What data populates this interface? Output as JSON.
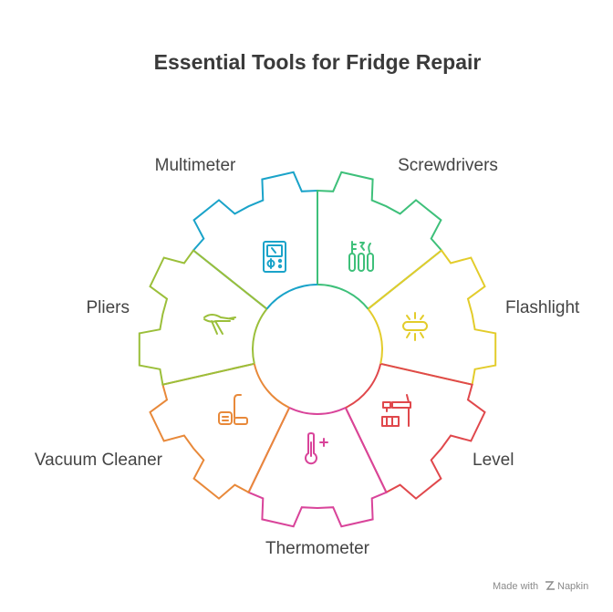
{
  "title": "Essential Tools for Fridge Repair",
  "footer": {
    "made_with": "Made with",
    "brand": "Napkin"
  },
  "segments": [
    {
      "id": "multimeter",
      "label": "Multimeter",
      "color": "#1aa3c9",
      "icon": "multimeter-icon"
    },
    {
      "id": "screwdrivers",
      "label": "Screwdrivers",
      "color": "#3ec07a",
      "icon": "screwdrivers-icon"
    },
    {
      "id": "flashlight",
      "label": "Flashlight",
      "color": "#e3cc2b",
      "icon": "flashlight-icon"
    },
    {
      "id": "level",
      "label": "Level",
      "color": "#e0484c",
      "icon": "level-icon"
    },
    {
      "id": "thermometer",
      "label": "Thermometer",
      "color": "#d9449a",
      "icon": "thermometer-icon"
    },
    {
      "id": "vacuum-cleaner",
      "label": "Vacuum Cleaner",
      "color": "#e8893a",
      "icon": "vacuum-cleaner-icon"
    },
    {
      "id": "pliers",
      "label": "Pliers",
      "color": "#9bbf3a",
      "icon": "pliers-icon"
    }
  ]
}
